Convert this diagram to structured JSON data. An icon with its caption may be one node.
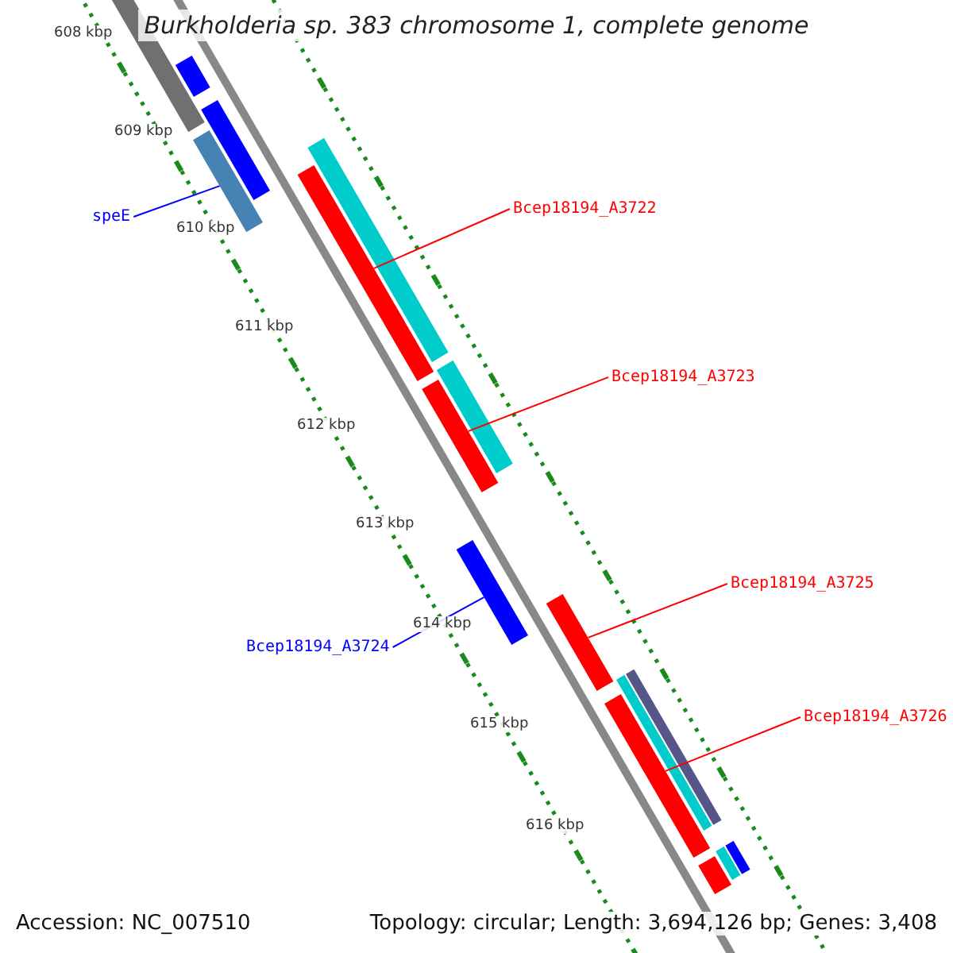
{
  "diagram": {
    "title": "Burkholderia sp. 383 chromosome 1, complete genome",
    "nodes": [
      {
        "text": [
          "speE"
        ]
      },
      {
        "text": [
          "Bcep18194_A3722"
        ]
      },
      {
        "text": [
          "Bcep18194_A3723"
        ]
      },
      {
        "text": [
          "Bcep18194_A3725"
        ]
      },
      {
        "text": [
          "Bcep18194_A3724"
        ]
      },
      {
        "text": [
          "Bcep18194_A3726"
        ]
      },
      {
        "text": [],
        "shape": "bar"
      },
      {
        "text": [],
        "shape": "bar"
      },
      {
        "text": [],
        "shape": "bar"
      },
      {
        "text": [],
        "shape": "bar"
      },
      {
        "text": [],
        "shape": "bar"
      },
      {
        "text": [],
        "shape": "bar"
      },
      {
        "text": [],
        "shape": "bar"
      },
      {
        "text": [],
        "shape": "bar"
      },
      {
        "text": [],
        "shape": "bar"
      },
      {
        "text": [],
        "shape": "bar"
      },
      {
        "text": [],
        "shape": "bar"
      },
      {
        "text": [],
        "shape": "bar"
      },
      {
        "text": [],
        "shape": "bar"
      },
      {
        "text": [],
        "shape": "bar"
      },
      {
        "text": [],
        "shape": "bar"
      },
      {
        "text": [],
        "shape": "bar"
      }
    ],
    "edges": [
      {
        "from": 0,
        "to": 6,
        "arrow": "none",
        "color": "#0000ff"
      },
      {
        "from": 1,
        "to": 7,
        "arrow": "none"
      },
      {
        "from": 2,
        "to": 8,
        "arrow": "none"
      },
      {
        "from": 3,
        "to": 10,
        "arrow": "none"
      },
      {
        "from": 4,
        "to": 9,
        "arrow": "none",
        "color": "#0000ff"
      },
      {
        "from": 5,
        "to": 11,
        "arrow": "none"
      }
    ],
    "labels": [
      "608 kbp",
      "609 kbp",
      "610 kbp",
      "611 kbp",
      "612 kbp",
      "613 kbp",
      "614 kbp",
      "615 kbp",
      "616 kbp",
      "Accession: NC_007510",
      "Topology: circular; Length: 3,694,126 bp; Genes: 3,408"
    ]
  }
}
